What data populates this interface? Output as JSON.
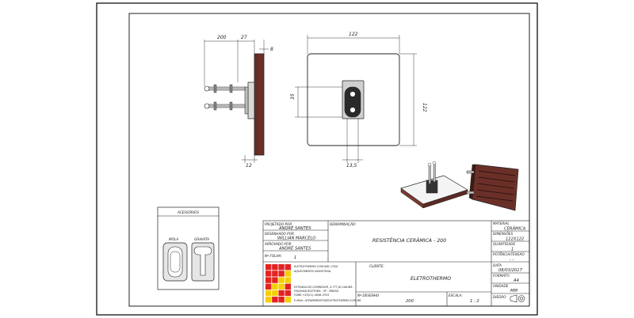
{
  "drawing": {
    "dimensions": {
      "d200": "200",
      "d27": "27",
      "d8": "8",
      "d12_side": "12",
      "d122_top": "122",
      "d122_right": "122",
      "d35": "35",
      "d13_5": "13,5"
    }
  },
  "accessories": {
    "title": "ACESSÓRIOS",
    "mola_label": "MOLA",
    "gravata_label": "GRAVATA"
  },
  "title_block": {
    "projetado_label": "PROJETADO POR",
    "projetado_value": "ANDRÉ SANTES",
    "desenhado_label": "DESENHADO POR",
    "desenhado_value": "WILLIAN MARCELO",
    "aprovado_label": "APROVADO POR",
    "aprovado_value": "ANDRÉ SANTES",
    "folha_label": "Nº FOLHA:",
    "folha_value": "1",
    "denominacao_label": "DENOMINAÇÃO:",
    "denominacao_value": "RESISTÊNCIA CERÂMICA - 200",
    "material_label": "MATERIAL",
    "material_value": "CERÂMICA",
    "dimensoes_label": "DIMENSÕES",
    "dimensoes_value": "122X122",
    "quantidade_label": "QUANTIDADE",
    "quantidade_value": "1",
    "potencia_label": "POTÊNCIA/TENSÃO",
    "potencia_value": "- -",
    "data_label": "DATA",
    "data_value": "08/03/2017",
    "formato_label": "FORMATO",
    "formato_value": "A4",
    "unidade_label": "UNIDADE",
    "unidade_value": "MM",
    "diedro_label": "DIEDRO",
    "cliente_label": "CLIENTE:",
    "cliente_value": "ELETROTHERMO",
    "desenho_label": "Nº DESENHO",
    "desenho_value": "200",
    "escala_label": "ESCALA:",
    "escala_value": "1 : 2",
    "company_line1": "ELETROTHERMO COM.IND. LTDA",
    "company_line2": "AQUECIMENTO INDUSTRIAL",
    "address_line1": "ESTRADA DO CORREDOR, 4.777-JD CAIUBÁ",
    "address_line2": "ITAQUAQUECETUBA - SP - BRASIL",
    "phone_line": "FONE:+55(11) 4646-3333",
    "email_line": "E-MAIL: ATENDIMENTO@ELETROTHERMO.COM.BR"
  },
  "colors": {
    "ceramic": "#5a2a24",
    "ceramic_light": "#8a4a40",
    "logo_red": "#e32222",
    "logo_yellow": "#f4d000",
    "line": "#222222"
  }
}
